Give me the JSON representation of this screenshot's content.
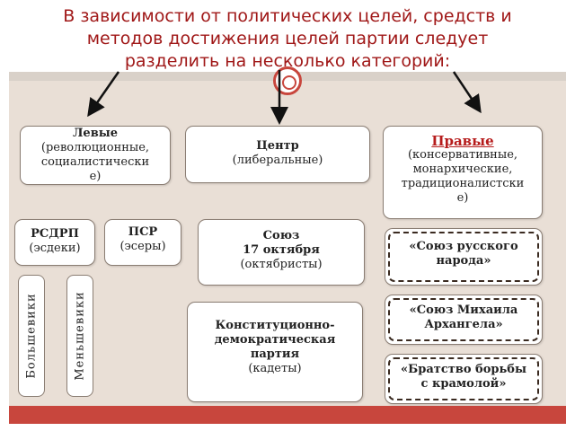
{
  "title": {
    "line1": "В зависимости от политических целей, средств и",
    "line2": "методов достижения целей партии следует",
    "line3": "разделить на несколько категорий:"
  },
  "left": {
    "heading": "Левые",
    "subtitle_line1": "(революционные,",
    "subtitle_line2": "социалистически",
    "subtitle_line3": "е)"
  },
  "center": {
    "heading": "Центр",
    "subtitle": "(либеральные)"
  },
  "right": {
    "heading": "Правые",
    "subtitle_line1": "(консервативные,",
    "subtitle_line2": "монархические,",
    "subtitle_line3": "традиционалистски",
    "subtitle_line4": "е)"
  },
  "rsdrp": {
    "name": "РСДРП",
    "alias": "(эсдеки)"
  },
  "psr": {
    "name": "ПСР",
    "alias": "(эсеры)"
  },
  "bolsheviks": "Большевики",
  "mensheviks": "Меньшевики",
  "october": {
    "line1": "Союз",
    "line2": "17 октября",
    "alias": "(октябристы)"
  },
  "kadets": {
    "line1": "Конституционно-",
    "line2": "демократическая",
    "line3": "партия",
    "alias": "(кадеты)"
  },
  "right_parties": [
    {
      "line1": "«Союз русского",
      "line2": "народа»"
    },
    {
      "line1": "«Союз Михаила",
      "line2": "Архангела»"
    },
    {
      "line1": "«Братство борьбы",
      "line2": "с крамолой»"
    }
  ],
  "colors": {
    "title": "#a01818",
    "accent": "#c8463d",
    "background": "#e9dfd6"
  }
}
